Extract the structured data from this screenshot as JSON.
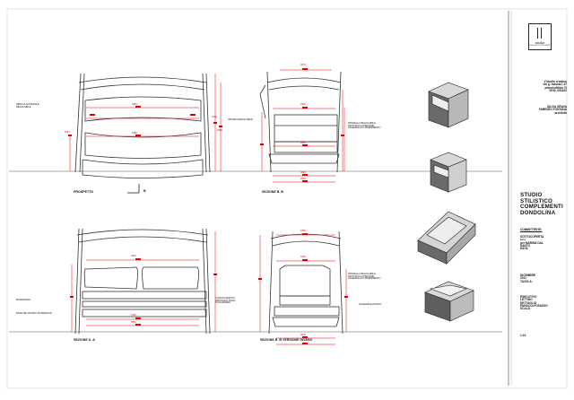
{
  "views": {
    "prospetto": "PROSPETTO",
    "sezione_bb": "SEZIONE B_B",
    "sezione_aa": "SEZIONE A_A",
    "sezione_bb_divano": "SEZIONE B_B VERSIONE DIVANO"
  },
  "annotations": {
    "left_top": "SEDUTA SCHIENALE\nREGOLABILE",
    "mid_top": "SPONDA REGOLABILE",
    "bb_top": "PANNELLO REGOLABILE\nFINITURA E POSIZIONE\nSCHIENALE DI RIFERIMENTO",
    "left_bottom_1": "MATERASSO",
    "left_bottom_2": "BASE DEL DIVANO MATERASSO",
    "mid_bottom": "CUSCINI SEDUTA\nAPPOGGIO FISSO\nPOGGIAPIEDI",
    "bb_bottom_1": "PANNELLO REGOLABILE\nFINITURA E POSIZIONE\nSCHIENALE DI RIFERIMENTO",
    "bb_bottom_2": "SCHIENALE DIVANO",
    "dim_marks": [
      "3045",
      "0350",
      "3046",
      "0565",
      "0540",
      "3076",
      "0520",
      "0555",
      "3045",
      "0540",
      "3064",
      "1090",
      "0840",
      "0450",
      "0120",
      "0035"
    ]
  },
  "section_mark": "B",
  "title_block": {
    "brand": "undici",
    "brand_sub": "PROGETTI D'INTERNI",
    "address": "1°studio creativo\nvia g. massari, 47\npiano/edificio VI\n0040_091822",
    "designer": "SILVIA GRAVA\nFABRIZIO FONTANA\narchitetti",
    "studio": "STUDIO\nSTILISTICO\nCOMPLEMENTI\nDONDOLINA",
    "committente_label": "COMMITTENTE:",
    "committente": "SOTTOCOPERTA\ns.r.l.\nper MARINA DAL\nSANTO\nDATA:",
    "dicembre": "DICEMBRE\n2011\nTAVOLA:",
    "esecutivo": "ESECUTIVO\nLETTINO\nDETTAGLIO\nPARACOLPI BASSO\nSCALA",
    "scale": "1:10"
  },
  "colors": {
    "line": "#333333",
    "dim": "#e00000",
    "shade": "#6a6a6a"
  }
}
